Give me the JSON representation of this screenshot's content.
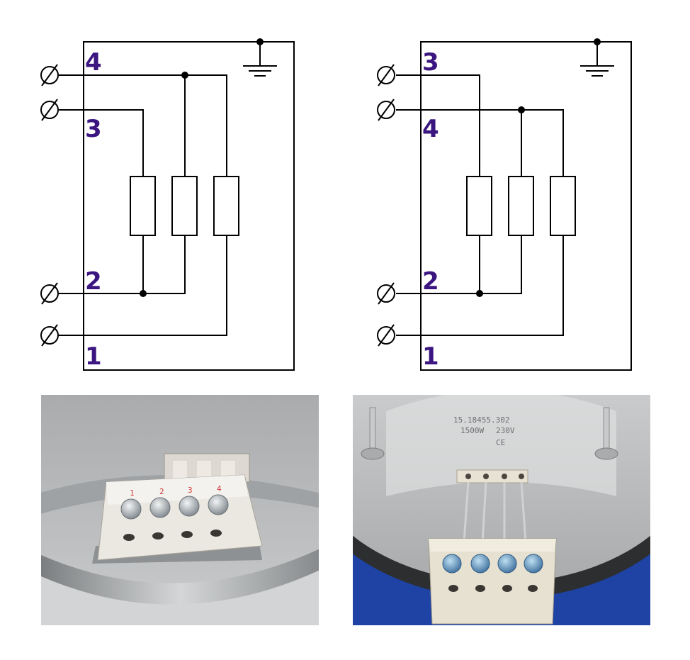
{
  "colors": {
    "label": "#3b1580",
    "line": "#000000",
    "photo_bg_left": "#b9bbbd",
    "photo_bg_right": "#1f45a8",
    "plate_metal": "#c9c9c9",
    "ceramic": "#e9e6df",
    "screw": "#aab2b8",
    "screw_blue": "#4f7fb0"
  },
  "diagrams": [
    {
      "labels": [
        "4",
        "3",
        "2",
        "1"
      ]
    },
    {
      "labels": [
        "3",
        "4",
        "2",
        "1"
      ]
    }
  ],
  "photos": {
    "left": {
      "terminal_numbers": [
        "1",
        "2",
        "3",
        "4"
      ]
    },
    "right": {
      "plate_markings": [
        "15.18455.302",
        "1500W",
        "230V",
        "CE"
      ]
    }
  }
}
